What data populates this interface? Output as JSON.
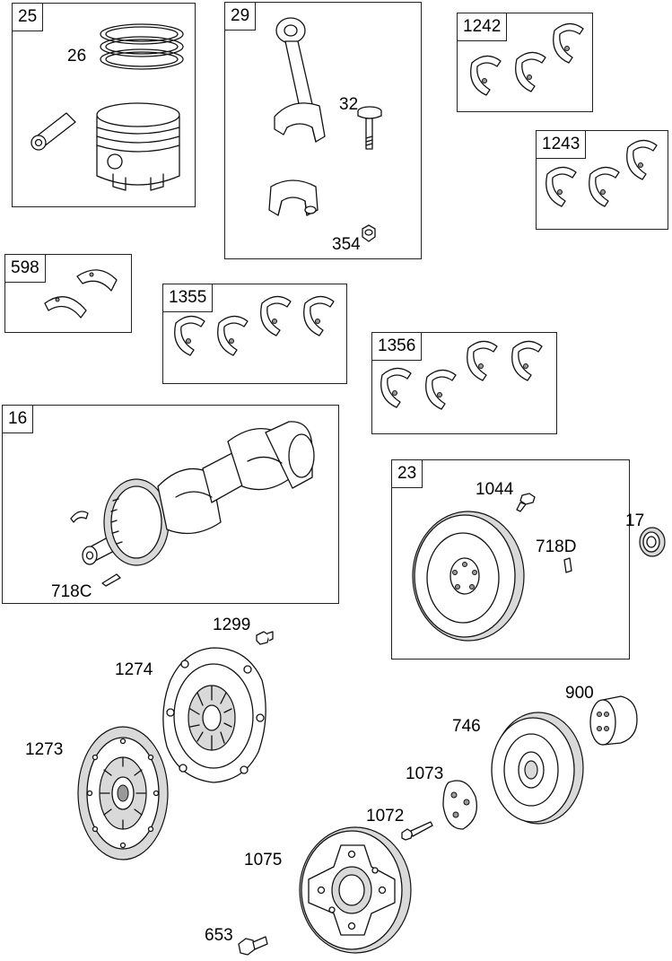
{
  "groups": [
    {
      "id": "25",
      "label": "25"
    },
    {
      "id": "29",
      "label": "29"
    },
    {
      "id": "1242",
      "label": "1242"
    },
    {
      "id": "1243",
      "label": "1243"
    },
    {
      "id": "598",
      "label": "598"
    },
    {
      "id": "1355",
      "label": "1355"
    },
    {
      "id": "1356",
      "label": "1356"
    },
    {
      "id": "16",
      "label": "16"
    },
    {
      "id": "23",
      "label": "23"
    }
  ],
  "parts": {
    "piston_rings": "26",
    "rod_bolt": "32",
    "rod_nut": "354",
    "key_718c": "718C",
    "flywheel_bolt": "1044",
    "pin_718d": "718D",
    "seal": "17",
    "clutch_bolt": "1299",
    "pressure_plate": "1274",
    "clutch_disc": "1273",
    "spacer": "900",
    "gear": "746",
    "plate": "1073",
    "bolt_1072": "1072",
    "hub": "1075",
    "bolt_653": "653"
  }
}
